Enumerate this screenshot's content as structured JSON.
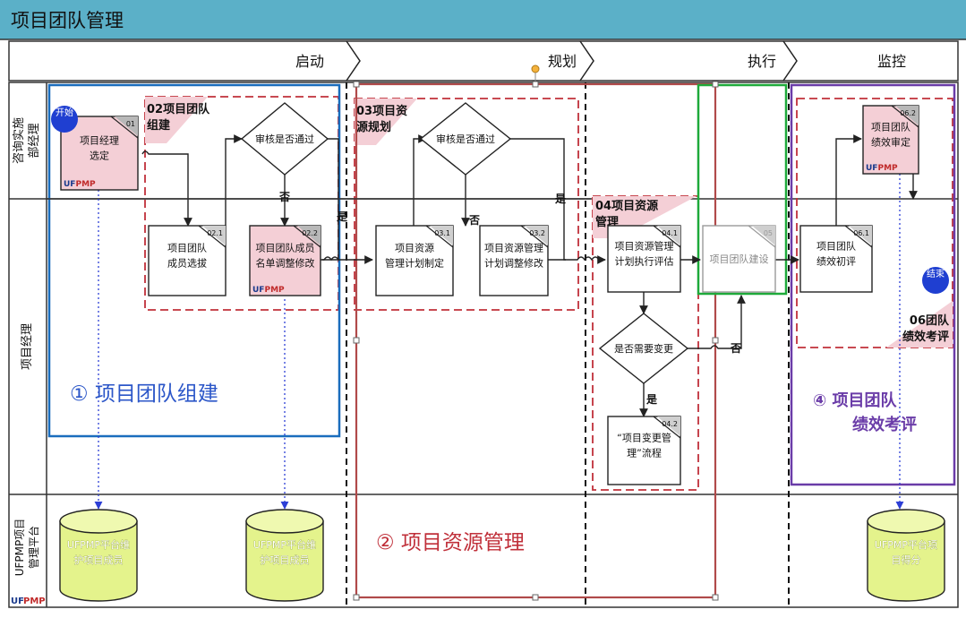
{
  "title": "项目团队管理",
  "phases": [
    "启动",
    "规划",
    "执行",
    "监控"
  ],
  "lanes": [
    "咨询实施部经理",
    "项目经理",
    "UFPMP项目管理平台"
  ],
  "lane_label_lines": [
    [
      "咨询实施",
      "部经理"
    ],
    [
      "项目经理"
    ],
    [
      "UFPMP项目",
      "管理平台"
    ]
  ],
  "logo_text": "UFPMP",
  "start_label": "开始",
  "end_label": "结束",
  "subprocess_labels": [
    [
      "02项目团队",
      "组建"
    ],
    [
      "03项目资",
      "源规划"
    ],
    [
      "04项目资源",
      "管理"
    ],
    [
      "06团队",
      "绩效考评"
    ]
  ],
  "tasks": [
    {
      "id": "01",
      "lines": [
        "项目经理",
        "选定"
      ]
    },
    {
      "id": "02.1",
      "lines": [
        "项目团队",
        "成员选拔"
      ]
    },
    {
      "id": "02.2",
      "lines": [
        "项目团队成员",
        "名单调整修改"
      ]
    },
    {
      "id": "03.1",
      "lines": [
        "项目资源",
        "管理计划制定"
      ]
    },
    {
      "id": "03.2",
      "lines": [
        "项目资源管理",
        "计划调整修改"
      ]
    },
    {
      "id": "04.1",
      "lines": [
        "项目资源管理",
        "计划执行评估"
      ]
    },
    {
      "id": "04.2",
      "lines": [
        "“项目变更管",
        "理”流程"
      ]
    },
    {
      "id": "05",
      "lines": [
        "项目团队建设"
      ]
    },
    {
      "id": "06.1",
      "lines": [
        "项目团队",
        "绩效初评"
      ]
    },
    {
      "id": "06.2",
      "lines": [
        "项目团队",
        "绩效审定"
      ]
    }
  ],
  "decisions": [
    "审核是否通过",
    "审核是否通过",
    "是否需要变更"
  ],
  "edge_labels": {
    "yes": "是",
    "no": "否"
  },
  "databases": [
    [
      "UFPMP平台维",
      "护项目成员"
    ],
    [
      "UFPMP平台维",
      "护项目成员"
    ],
    [
      "UFPMP平台项",
      "目得分"
    ]
  ],
  "annotations": [
    [
      "① 项目团队组建"
    ],
    [
      "② 项目资源管理"
    ],
    [
      "④  项目团队",
      "绩效考评"
    ]
  ],
  "colors": {
    "title_bg": "#5bb0c8",
    "grid": "#333333",
    "task_pink": "#f4cfd6",
    "db_fill": "#e4f38c",
    "blue_box": "#1a6dbd",
    "red_box": "#b04a4a",
    "green_box": "#1eaa3a",
    "purple_box": "#6a3ca8",
    "dashed_red": "#c0303a",
    "annotation_blue": "#2b56c8",
    "annotation_red": "#c0303a",
    "annotation_purple": "#6a3ca8",
    "circle_blue": "#1f3fd1"
  }
}
